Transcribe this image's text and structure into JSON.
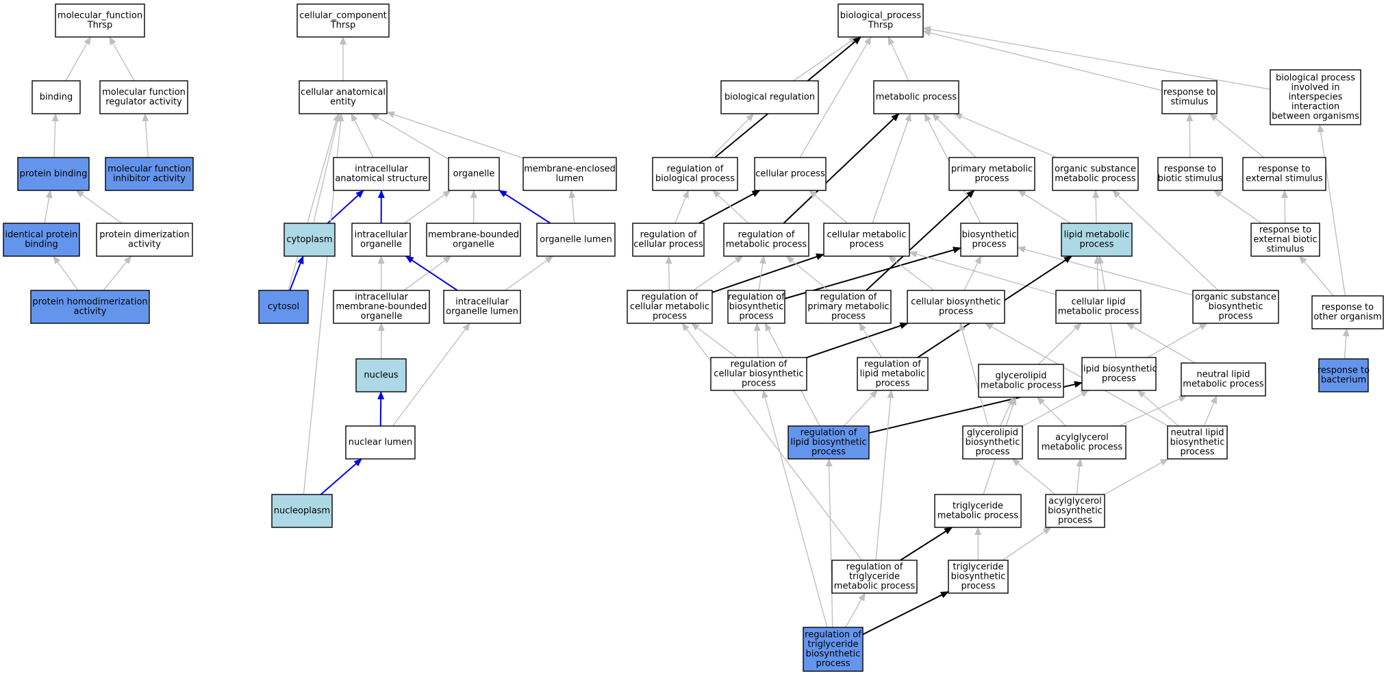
{
  "colors": {
    "white": "#ffffff",
    "light": "#add8e6",
    "dark": "#6495ed",
    "edge_gray": "#bfbfbf",
    "edge_black": "#000000",
    "edge_blue": "#0000ee"
  },
  "nodes": {
    "mf_root": {
      "lines": [
        "molecular_function",
        "Thrsp"
      ],
      "fill": "white"
    },
    "binding": {
      "lines": [
        "binding"
      ],
      "fill": "white"
    },
    "mf_reg": {
      "lines": [
        "molecular function",
        "regulator activity"
      ],
      "fill": "white"
    },
    "protein_binding": {
      "lines": [
        "protein binding"
      ],
      "fill": "dark"
    },
    "mf_inhib": {
      "lines": [
        "molecular function",
        "inhibitor activity"
      ],
      "fill": "dark"
    },
    "ident_pb": {
      "lines": [
        "identical protein",
        "binding"
      ],
      "fill": "dark"
    },
    "prot_dimer": {
      "lines": [
        "protein dimerization",
        "activity"
      ],
      "fill": "white"
    },
    "prot_homodimer": {
      "lines": [
        "protein homodimerization",
        "activity"
      ],
      "fill": "dark"
    },
    "cc_root": {
      "lines": [
        "cellular_component",
        "Thrsp"
      ],
      "fill": "white"
    },
    "cae": {
      "lines": [
        "cellular anatomical",
        "entity"
      ],
      "fill": "white"
    },
    "ias": {
      "lines": [
        "intracellular",
        "anatomical structure"
      ],
      "fill": "white"
    },
    "organelle": {
      "lines": [
        "organelle"
      ],
      "fill": "white"
    },
    "mel": {
      "lines": [
        "membrane-enclosed",
        "lumen"
      ],
      "fill": "white"
    },
    "cytoplasm": {
      "lines": [
        "cytoplasm"
      ],
      "fill": "light"
    },
    "io": {
      "lines": [
        "intracellular",
        "organelle"
      ],
      "fill": "white"
    },
    "mbo": {
      "lines": [
        "membrane-bounded",
        "organelle"
      ],
      "fill": "white"
    },
    "ol": {
      "lines": [
        "organelle lumen"
      ],
      "fill": "white"
    },
    "cytosol": {
      "lines": [
        "cytosol"
      ],
      "fill": "dark"
    },
    "imbo": {
      "lines": [
        "intracellular",
        "membrane-bounded",
        "organelle"
      ],
      "fill": "white"
    },
    "iol": {
      "lines": [
        "intracellular",
        "organelle lumen"
      ],
      "fill": "white"
    },
    "nucleus": {
      "lines": [
        "nucleus"
      ],
      "fill": "light"
    },
    "nuclumen": {
      "lines": [
        "nuclear lumen"
      ],
      "fill": "white"
    },
    "nucleoplasm": {
      "lines": [
        "nucleoplasm"
      ],
      "fill": "light"
    },
    "bp_root": {
      "lines": [
        "biological_process",
        "Thrsp"
      ],
      "fill": "white"
    },
    "bio_reg": {
      "lines": [
        "biological regulation"
      ],
      "fill": "white"
    },
    "met_proc": {
      "lines": [
        "metabolic process"
      ],
      "fill": "white"
    },
    "resp_stim": {
      "lines": [
        "response to",
        "stimulus"
      ],
      "fill": "white"
    },
    "bp_inter": {
      "lines": [
        "biological process",
        "involved in",
        "interspecies",
        "interaction",
        "between organisms"
      ],
      "fill": "white"
    },
    "reg_bio": {
      "lines": [
        "regulation of",
        "biological process"
      ],
      "fill": "white"
    },
    "cell_proc": {
      "lines": [
        "cellular process"
      ],
      "fill": "white"
    },
    "prim_met": {
      "lines": [
        "primary metabolic",
        "process"
      ],
      "fill": "white"
    },
    "org_sub_met": {
      "lines": [
        "organic substance",
        "metabolic process"
      ],
      "fill": "white"
    },
    "resp_biotic": {
      "lines": [
        "response to",
        "biotic stimulus"
      ],
      "fill": "white"
    },
    "resp_ext": {
      "lines": [
        "response to",
        "external stimulus"
      ],
      "fill": "white"
    },
    "reg_cell": {
      "lines": [
        "regulation of",
        "cellular process"
      ],
      "fill": "white"
    },
    "reg_met": {
      "lines": [
        "regulation of",
        "metabolic process"
      ],
      "fill": "white"
    },
    "cell_met": {
      "lines": [
        "cellular metabolic",
        "process"
      ],
      "fill": "white"
    },
    "biosyn": {
      "lines": [
        "biosynthetic",
        "process"
      ],
      "fill": "white"
    },
    "lipid_met": {
      "lines": [
        "lipid metabolic",
        "process"
      ],
      "fill": "light"
    },
    "resp_ext_biotic": {
      "lines": [
        "response to",
        "external biotic",
        "stimulus"
      ],
      "fill": "white"
    },
    "reg_cell_met": {
      "lines": [
        "regulation of",
        "cellular metabolic",
        "process"
      ],
      "fill": "white"
    },
    "reg_biosyn": {
      "lines": [
        "regulation of",
        "biosynthetic",
        "process"
      ],
      "fill": "white"
    },
    "reg_prim_met": {
      "lines": [
        "regulation of",
        "primary metabolic",
        "process"
      ],
      "fill": "white"
    },
    "cell_biosyn": {
      "lines": [
        "cellular biosynthetic",
        "process"
      ],
      "fill": "white"
    },
    "cell_lipid_met": {
      "lines": [
        "cellular lipid",
        "metabolic process"
      ],
      "fill": "white"
    },
    "org_sub_biosyn": {
      "lines": [
        "organic substance",
        "biosynthetic",
        "process"
      ],
      "fill": "white"
    },
    "resp_other": {
      "lines": [
        "response to",
        "other organism"
      ],
      "fill": "white"
    },
    "reg_cell_biosyn": {
      "lines": [
        "regulation of",
        "cellular biosynthetic",
        "process"
      ],
      "fill": "white"
    },
    "reg_lipid_met": {
      "lines": [
        "regulation of",
        "lipid metabolic",
        "process"
      ],
      "fill": "white"
    },
    "glycerolipid_met": {
      "lines": [
        "glycerolipid",
        "metabolic process"
      ],
      "fill": "white"
    },
    "lipid_biosyn": {
      "lines": [
        "lipid biosynthetic",
        "process"
      ],
      "fill": "white"
    },
    "neutral_lipid_met": {
      "lines": [
        "neutral lipid",
        "metabolic process"
      ],
      "fill": "white"
    },
    "resp_bact": {
      "lines": [
        "response to",
        "bacterium"
      ],
      "fill": "dark"
    },
    "reg_lipid_biosyn": {
      "lines": [
        "regulation of",
        "lipid biosynthetic",
        "process"
      ],
      "fill": "dark"
    },
    "glycerolipid_biosyn": {
      "lines": [
        "glycerolipid",
        "biosynthetic",
        "process"
      ],
      "fill": "white"
    },
    "acylglycerol_met": {
      "lines": [
        "acylglycerol",
        "metabolic process"
      ],
      "fill": "white"
    },
    "neutral_lipid_biosyn": {
      "lines": [
        "neutral lipid",
        "biosynthetic",
        "process"
      ],
      "fill": "white"
    },
    "trig_met": {
      "lines": [
        "triglyceride",
        "metabolic process"
      ],
      "fill": "white"
    },
    "acylglycerol_biosyn": {
      "lines": [
        "acylglycerol",
        "biosynthetic",
        "process"
      ],
      "fill": "white"
    },
    "reg_trig_met": {
      "lines": [
        "regulation of",
        "triglyceride",
        "metabolic process"
      ],
      "fill": "white"
    },
    "trig_biosyn": {
      "lines": [
        "triglyceride",
        "biosynthetic",
        "process"
      ],
      "fill": "white"
    },
    "reg_trig_biosyn": {
      "lines": [
        "regulation of",
        "triglyceride",
        "biosynthetic",
        "process"
      ],
      "fill": "dark"
    }
  },
  "edges": [
    {
      "from": "binding",
      "to": "mf_root",
      "kind": "is_a"
    },
    {
      "from": "mf_reg",
      "to": "mf_root",
      "kind": "is_a"
    },
    {
      "from": "protein_binding",
      "to": "binding",
      "kind": "is_a"
    },
    {
      "from": "mf_inhib",
      "to": "mf_reg",
      "kind": "is_a"
    },
    {
      "from": "ident_pb",
      "to": "protein_binding",
      "kind": "is_a"
    },
    {
      "from": "prot_dimer",
      "to": "protein_binding",
      "kind": "is_a"
    },
    {
      "from": "prot_homodimer",
      "to": "ident_pb",
      "kind": "is_a"
    },
    {
      "from": "prot_homodimer",
      "to": "prot_dimer",
      "kind": "is_a"
    },
    {
      "from": "cae",
      "to": "cc_root",
      "kind": "is_a"
    },
    {
      "from": "ias",
      "to": "cae",
      "kind": "is_a"
    },
    {
      "from": "organelle",
      "to": "cae",
      "kind": "is_a"
    },
    {
      "from": "mel",
      "to": "cae",
      "kind": "is_a"
    },
    {
      "from": "cytoplasm",
      "to": "cae",
      "kind": "is_a"
    },
    {
      "from": "cytoplasm",
      "to": "ias",
      "kind": "part_of"
    },
    {
      "from": "io",
      "to": "ias",
      "kind": "part_of"
    },
    {
      "from": "io",
      "to": "organelle",
      "kind": "is_a"
    },
    {
      "from": "mbo",
      "to": "organelle",
      "kind": "is_a"
    },
    {
      "from": "ol",
      "to": "organelle",
      "kind": "part_of"
    },
    {
      "from": "ol",
      "to": "mel",
      "kind": "is_a"
    },
    {
      "from": "cytosol",
      "to": "cae",
      "kind": "is_a"
    },
    {
      "from": "cytosol",
      "to": "cytoplasm",
      "kind": "part_of"
    },
    {
      "from": "imbo",
      "to": "io",
      "kind": "is_a"
    },
    {
      "from": "imbo",
      "to": "mbo",
      "kind": "is_a"
    },
    {
      "from": "iol",
      "to": "io",
      "kind": "part_of"
    },
    {
      "from": "iol",
      "to": "ol",
      "kind": "is_a"
    },
    {
      "from": "nucleus",
      "to": "imbo",
      "kind": "is_a"
    },
    {
      "from": "nuclumen",
      "to": "nucleus",
      "kind": "part_of"
    },
    {
      "from": "nuclumen",
      "to": "iol",
      "kind": "is_a"
    },
    {
      "from": "nucleoplasm",
      "to": "cae",
      "kind": "is_a"
    },
    {
      "from": "nucleoplasm",
      "to": "nuclumen",
      "kind": "part_of"
    },
    {
      "from": "bio_reg",
      "to": "bp_root",
      "kind": "is_a"
    },
    {
      "from": "met_proc",
      "to": "bp_root",
      "kind": "is_a"
    },
    {
      "from": "resp_stim",
      "to": "bp_root",
      "kind": "is_a"
    },
    {
      "from": "bp_inter",
      "to": "bp_root",
      "kind": "is_a"
    },
    {
      "from": "reg_bio",
      "to": "bio_reg",
      "kind": "is_a"
    },
    {
      "from": "reg_bio",
      "to": "bp_root",
      "kind": "regulates"
    },
    {
      "from": "cell_proc",
      "to": "bp_root",
      "kind": "is_a"
    },
    {
      "from": "prim_met",
      "to": "met_proc",
      "kind": "is_a"
    },
    {
      "from": "org_sub_met",
      "to": "met_proc",
      "kind": "is_a"
    },
    {
      "from": "resp_biotic",
      "to": "resp_stim",
      "kind": "is_a"
    },
    {
      "from": "resp_ext",
      "to": "resp_stim",
      "kind": "is_a"
    },
    {
      "from": "reg_cell",
      "to": "reg_bio",
      "kind": "is_a"
    },
    {
      "from": "reg_cell",
      "to": "cell_proc",
      "kind": "regulates"
    },
    {
      "from": "reg_met",
      "to": "reg_bio",
      "kind": "is_a"
    },
    {
      "from": "reg_met",
      "to": "met_proc",
      "kind": "regulates"
    },
    {
      "from": "cell_met",
      "to": "cell_proc",
      "kind": "is_a"
    },
    {
      "from": "cell_met",
      "to": "met_proc",
      "kind": "is_a"
    },
    {
      "from": "biosyn",
      "to": "met_proc",
      "kind": "is_a"
    },
    {
      "from": "lipid_met",
      "to": "prim_met",
      "kind": "is_a"
    },
    {
      "from": "lipid_met",
      "to": "org_sub_met",
      "kind": "is_a"
    },
    {
      "from": "resp_ext_biotic",
      "to": "resp_biotic",
      "kind": "is_a"
    },
    {
      "from": "resp_ext_biotic",
      "to": "resp_ext",
      "kind": "is_a"
    },
    {
      "from": "reg_cell_met",
      "to": "reg_cell",
      "kind": "is_a"
    },
    {
      "from": "reg_cell_met",
      "to": "reg_met",
      "kind": "is_a"
    },
    {
      "from": "reg_cell_met",
      "to": "cell_met",
      "kind": "regulates"
    },
    {
      "from": "reg_biosyn",
      "to": "reg_met",
      "kind": "is_a"
    },
    {
      "from": "reg_biosyn",
      "to": "biosyn",
      "kind": "regulates"
    },
    {
      "from": "reg_prim_met",
      "to": "reg_met",
      "kind": "is_a"
    },
    {
      "from": "reg_prim_met",
      "to": "prim_met",
      "kind": "regulates"
    },
    {
      "from": "cell_biosyn",
      "to": "cell_met",
      "kind": "is_a"
    },
    {
      "from": "cell_biosyn",
      "to": "biosyn",
      "kind": "is_a"
    },
    {
      "from": "cell_lipid_met",
      "to": "cell_met",
      "kind": "is_a"
    },
    {
      "from": "cell_lipid_met",
      "to": "lipid_met",
      "kind": "is_a"
    },
    {
      "from": "org_sub_biosyn",
      "to": "biosyn",
      "kind": "is_a"
    },
    {
      "from": "org_sub_biosyn",
      "to": "org_sub_met",
      "kind": "is_a"
    },
    {
      "from": "resp_other",
      "to": "resp_ext_biotic",
      "kind": "is_a"
    },
    {
      "from": "resp_other",
      "to": "bp_inter",
      "kind": "is_a"
    },
    {
      "from": "reg_cell_biosyn",
      "to": "reg_cell_met",
      "kind": "is_a"
    },
    {
      "from": "reg_cell_biosyn",
      "to": "reg_biosyn",
      "kind": "is_a"
    },
    {
      "from": "reg_cell_biosyn",
      "to": "cell_biosyn",
      "kind": "regulates"
    },
    {
      "from": "reg_lipid_met",
      "to": "reg_prim_met",
      "kind": "is_a"
    },
    {
      "from": "reg_lipid_met",
      "to": "lipid_met",
      "kind": "regulates"
    },
    {
      "from": "glycerolipid_met",
      "to": "cell_lipid_met",
      "kind": "is_a"
    },
    {
      "from": "lipid_biosyn",
      "to": "lipid_met",
      "kind": "is_a"
    },
    {
      "from": "lipid_biosyn",
      "to": "org_sub_biosyn",
      "kind": "is_a"
    },
    {
      "from": "neutral_lipid_met",
      "to": "cell_lipid_met",
      "kind": "is_a"
    },
    {
      "from": "resp_bact",
      "to": "resp_other",
      "kind": "is_a"
    },
    {
      "from": "reg_lipid_biosyn",
      "to": "reg_biosyn",
      "kind": "is_a"
    },
    {
      "from": "reg_lipid_biosyn",
      "to": "reg_lipid_met",
      "kind": "is_a"
    },
    {
      "from": "reg_lipid_biosyn",
      "to": "lipid_biosyn",
      "kind": "regulates"
    },
    {
      "from": "glycerolipid_biosyn",
      "to": "cell_biosyn",
      "kind": "is_a"
    },
    {
      "from": "glycerolipid_biosyn",
      "to": "glycerolipid_met",
      "kind": "is_a"
    },
    {
      "from": "glycerolipid_biosyn",
      "to": "lipid_biosyn",
      "kind": "is_a"
    },
    {
      "from": "acylglycerol_met",
      "to": "glycerolipid_met",
      "kind": "is_a"
    },
    {
      "from": "acylglycerol_met",
      "to": "neutral_lipid_met",
      "kind": "is_a"
    },
    {
      "from": "neutral_lipid_biosyn",
      "to": "cell_biosyn",
      "kind": "is_a"
    },
    {
      "from": "neutral_lipid_biosyn",
      "to": "lipid_biosyn",
      "kind": "is_a"
    },
    {
      "from": "neutral_lipid_biosyn",
      "to": "neutral_lipid_met",
      "kind": "is_a"
    },
    {
      "from": "trig_met",
      "to": "glycerolipid_met",
      "kind": "is_a"
    },
    {
      "from": "acylglycerol_biosyn",
      "to": "glycerolipid_biosyn",
      "kind": "is_a"
    },
    {
      "from": "acylglycerol_biosyn",
      "to": "acylglycerol_met",
      "kind": "is_a"
    },
    {
      "from": "acylglycerol_biosyn",
      "to": "neutral_lipid_biosyn",
      "kind": "is_a"
    },
    {
      "from": "reg_trig_met",
      "to": "reg_cell_met",
      "kind": "is_a"
    },
    {
      "from": "reg_trig_met",
      "to": "reg_lipid_met",
      "kind": "is_a"
    },
    {
      "from": "reg_trig_met",
      "to": "trig_met",
      "kind": "regulates"
    },
    {
      "from": "trig_biosyn",
      "to": "trig_met",
      "kind": "is_a"
    },
    {
      "from": "trig_biosyn",
      "to": "acylglycerol_biosyn",
      "kind": "is_a"
    },
    {
      "from": "reg_trig_biosyn",
      "to": "reg_cell_biosyn",
      "kind": "is_a"
    },
    {
      "from": "reg_trig_biosyn",
      "to": "reg_lipid_biosyn",
      "kind": "is_a"
    },
    {
      "from": "reg_trig_biosyn",
      "to": "reg_trig_met",
      "kind": "is_a"
    },
    {
      "from": "reg_trig_biosyn",
      "to": "trig_biosyn",
      "kind": "regulates"
    }
  ]
}
